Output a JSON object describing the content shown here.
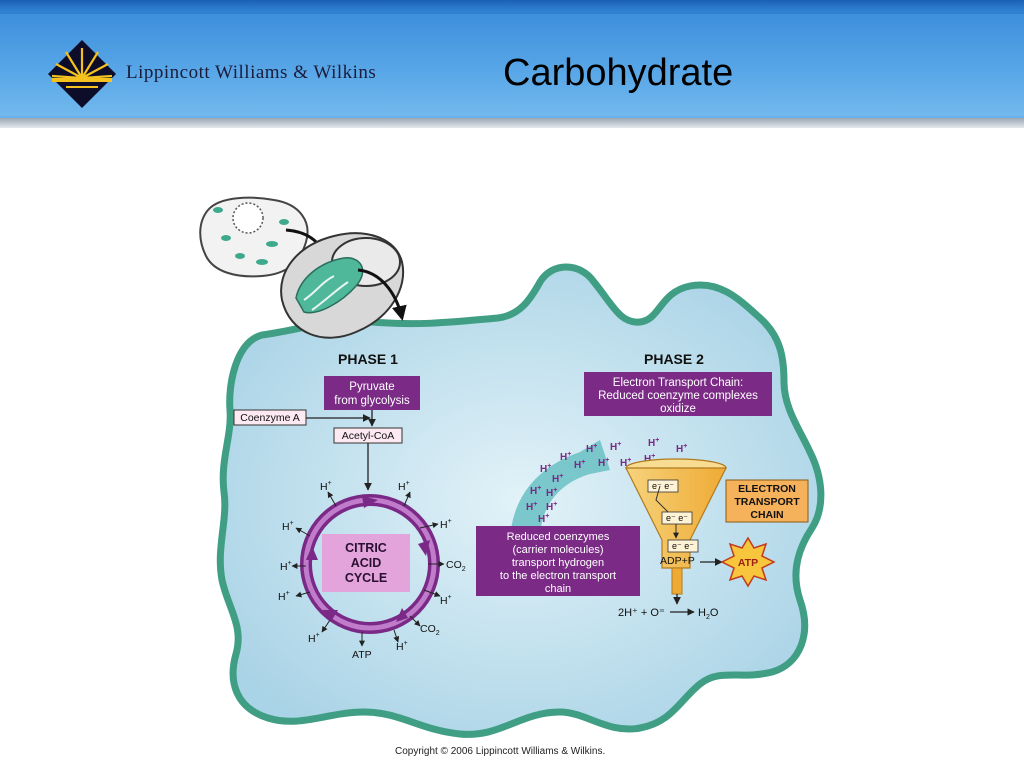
{
  "header": {
    "publisher": "Lippincott Williams & Wilkins",
    "title": "Carbohydrate"
  },
  "diagram": {
    "phase1": {
      "heading": "PHASE 1",
      "pyruvate": [
        "Pyruvate",
        "from glycolysis"
      ],
      "coenzyme_a": "Coenzyme A",
      "acetyl_coa": "Acetyl-CoA",
      "cycle": [
        "CITRIC",
        "ACID",
        "CYCLE"
      ],
      "co2": "CO",
      "co2_sub": "2",
      "atp": "ATP",
      "h": "H",
      "plus": "+"
    },
    "phase2": {
      "heading": "PHASE 2",
      "etc_box": [
        "Electron Transport Chain:",
        "Reduced coenzyme complexes",
        "oxidize"
      ],
      "reduced_box": [
        "Reduced coenzymes",
        "(carrier molecules)",
        "transport hydrogen",
        "to the electron transport",
        "chain"
      ],
      "etc_label": [
        "ELECTRON",
        "TRANSPORT",
        "CHAIN"
      ],
      "electrons": "e⁻ e⁻",
      "adp": "ADP+P",
      "atp": "ATP",
      "equation_left": "2H⁺ + O⁼",
      "equation_right": "H",
      "equation_right_sub": "2",
      "equation_right_end": "O"
    },
    "copyright": "Copyright © 2006 Lippincott Williams & Wilkins."
  },
  "colors": {
    "header_blue": "#4a9be0",
    "cell_fill": "#b9dcec",
    "membrane": "#3f9e83",
    "purple_box": "#7b2b86",
    "pink_box": "#e3a4dc",
    "funnel": "#f4c25a",
    "etc_box": "#f6b15b",
    "atp_star": "#f7c63c"
  }
}
